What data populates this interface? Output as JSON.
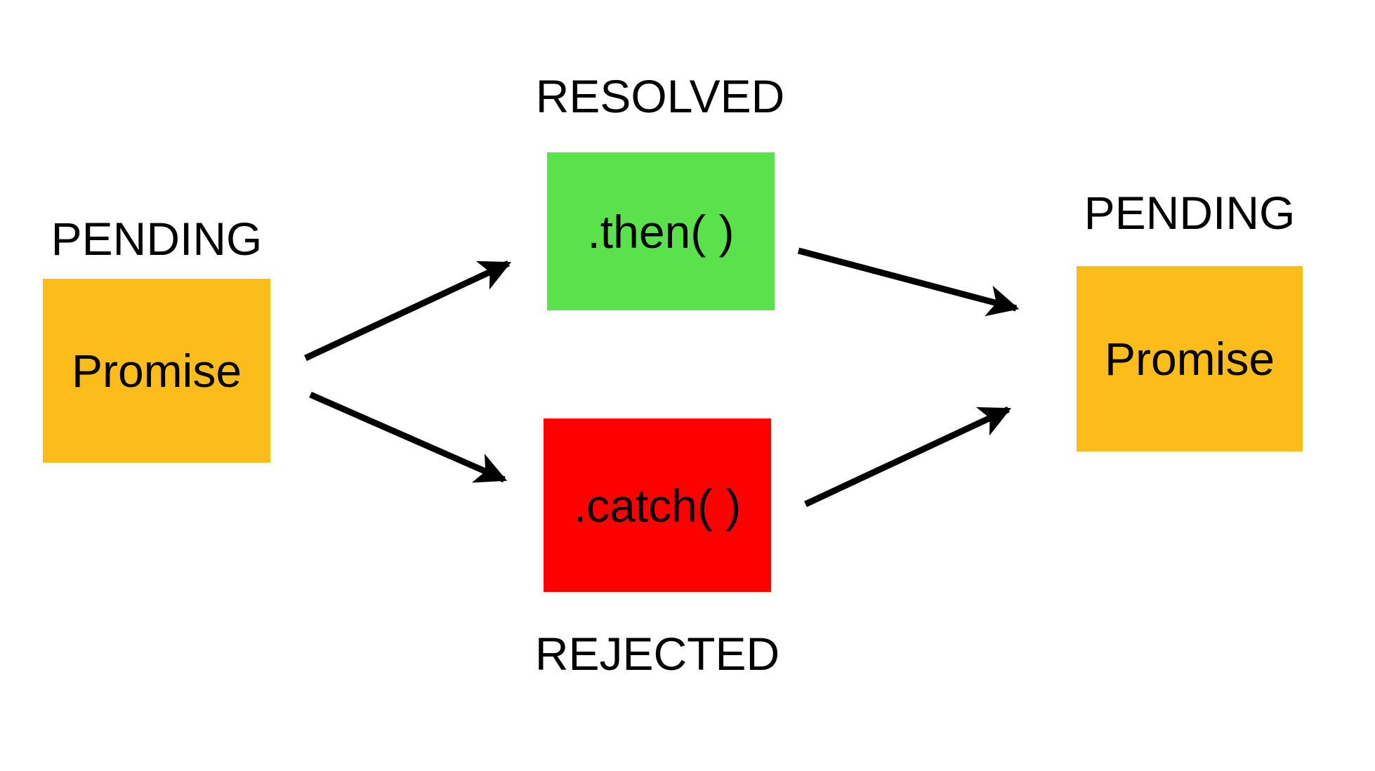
{
  "left_promise": {
    "state_label": "PENDING",
    "box_text": "Promise",
    "color": "#FCBC1A"
  },
  "then_step": {
    "state_label": "RESOLVED",
    "box_text": ".then( )",
    "color": "#59E24B"
  },
  "catch_step": {
    "state_label": "REJECTED",
    "box_text": ".catch( )",
    "color": "#FF0000"
  },
  "right_promise": {
    "state_label": "PENDING",
    "box_text": "Promise",
    "color": "#FCBC1A"
  },
  "edges": [
    {
      "from": "left_promise",
      "to": "then_step"
    },
    {
      "from": "left_promise",
      "to": "catch_step"
    },
    {
      "from": "then_step",
      "to": "right_promise"
    },
    {
      "from": "catch_step",
      "to": "right_promise"
    }
  ]
}
